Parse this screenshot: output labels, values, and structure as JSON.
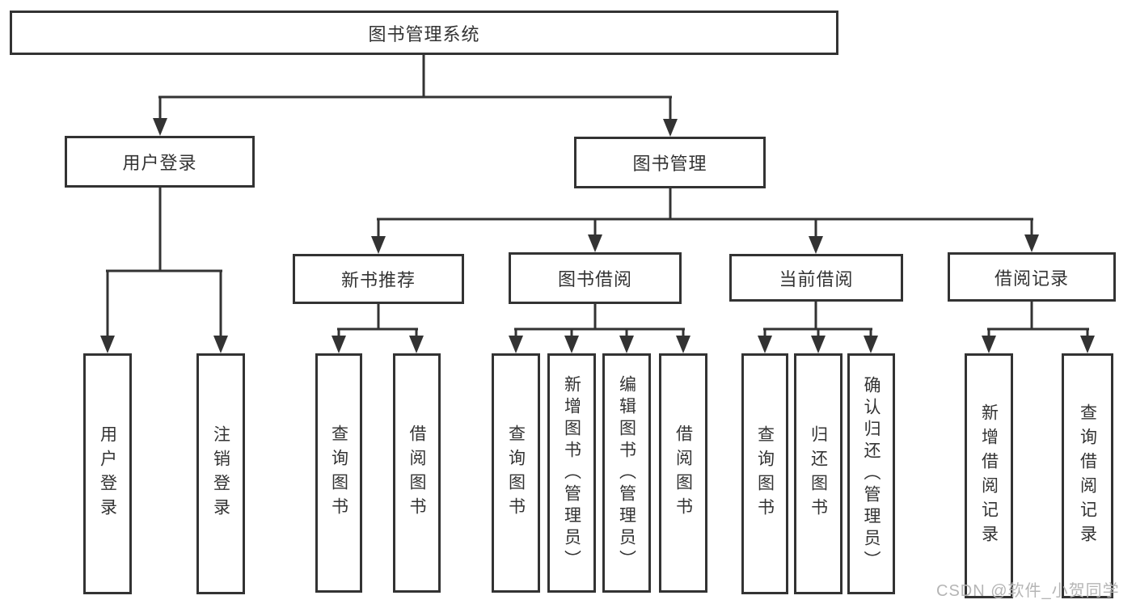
{
  "diagram": {
    "title": "图书管理系统",
    "root": {
      "label": "图书管理系统"
    },
    "level2": [
      {
        "label": "用户登录"
      },
      {
        "label": "图书管理"
      }
    ],
    "level3": [
      {
        "label": "新书推荐"
      },
      {
        "label": "图书借阅"
      },
      {
        "label": "当前借阅"
      },
      {
        "label": "借阅记录"
      }
    ],
    "leaves": {
      "user_login": [
        "用户登录",
        "注销登录"
      ],
      "new_book": [
        "查询图书",
        "借阅图书"
      ],
      "book_borrow": [
        "查询图书",
        "新增图书（管理员）",
        "编辑图书（管理员）",
        "借阅图书"
      ],
      "current_borrow": [
        "查询图书",
        "归还图书",
        "确认归还（管理员）"
      ],
      "borrow_record": [
        "新增借阅记录",
        "查询借阅记录"
      ]
    }
  },
  "watermark": {
    "text": "CSDN @软件_小贺同学"
  },
  "colors": {
    "line": "#333333",
    "text": "#333333",
    "watermark": "#b5b5b5",
    "background": "#ffffff"
  }
}
